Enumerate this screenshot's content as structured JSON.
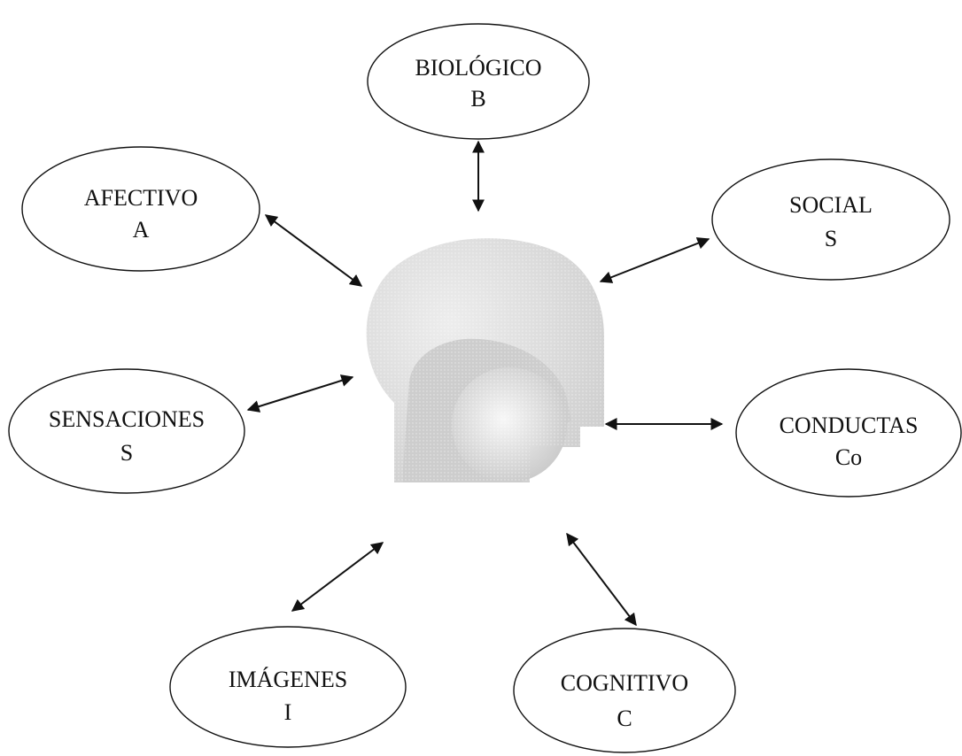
{
  "nodes": [
    {
      "id": "biologico",
      "title": "BIOLÓGICO",
      "code": "B"
    },
    {
      "id": "afectivo",
      "title": "AFECTIVO",
      "code": "A"
    },
    {
      "id": "social",
      "title": "SOCIAL",
      "code": "S"
    },
    {
      "id": "sensaciones",
      "title": "SENSACIONES",
      "code": "S"
    },
    {
      "id": "conductas",
      "title": "CONDUCTAS",
      "code": "Co"
    },
    {
      "id": "imagenes",
      "title": "IMÁGENES",
      "code": "I"
    },
    {
      "id": "cognitivo",
      "title": "COGNITIVO",
      "code": "C"
    }
  ],
  "center": {
    "icon": "head-silhouette-icon"
  },
  "connections": {
    "type": "bidirectional-arrow"
  }
}
